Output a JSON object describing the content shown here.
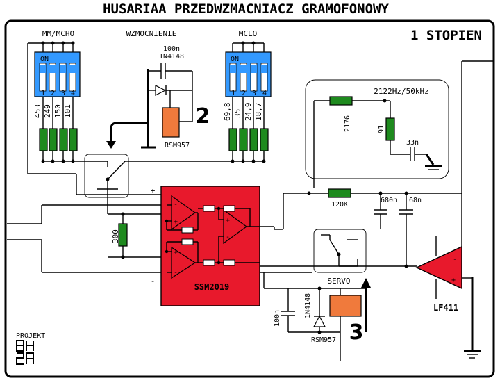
{
  "title": "HUSARIAA PRZEDWZMACNIACZ GRAMOFONOWY",
  "stage": "1 STOPIEN",
  "labels": {
    "mm_mcho": "MM/MCHO",
    "wzmocnienie": "WZMOCNIENIE",
    "mclo": "MCLO",
    "cap_100n_top": "100n",
    "diode_top": "1N4148",
    "relay_top": "RSM957",
    "relay_top_num": "2",
    "filter": "2122Hz/50kHz",
    "r_2176": "2176",
    "r_91": "91",
    "c_33n": "33n",
    "r_120k": "120K",
    "c_680n": "680n",
    "c_68n": "68n",
    "r_300": "300",
    "chip": "SSM2019",
    "plus": "+",
    "minus": "-",
    "servo": "SERVO",
    "cap_100n_bottom": "100n",
    "diode_bottom": "1N4148",
    "relay_bottom": "RSM957",
    "relay_bottom_num": "3",
    "opamp": "LF411",
    "logo_text": "PROJEKT",
    "dip_on": "ON"
  },
  "left_resistors": [
    "453",
    "249",
    "150",
    "101"
  ],
  "right_resistors": [
    "69,8",
    "35",
    "24,9",
    "18,7"
  ],
  "dip_numbers": [
    "1",
    "2",
    "3",
    "4"
  ],
  "colors": {
    "dip_blue": "#3399ff",
    "resistor_green": "#1e8a1e",
    "chip_red": "#e8192c",
    "relay_orange": "#f07a3c"
  }
}
